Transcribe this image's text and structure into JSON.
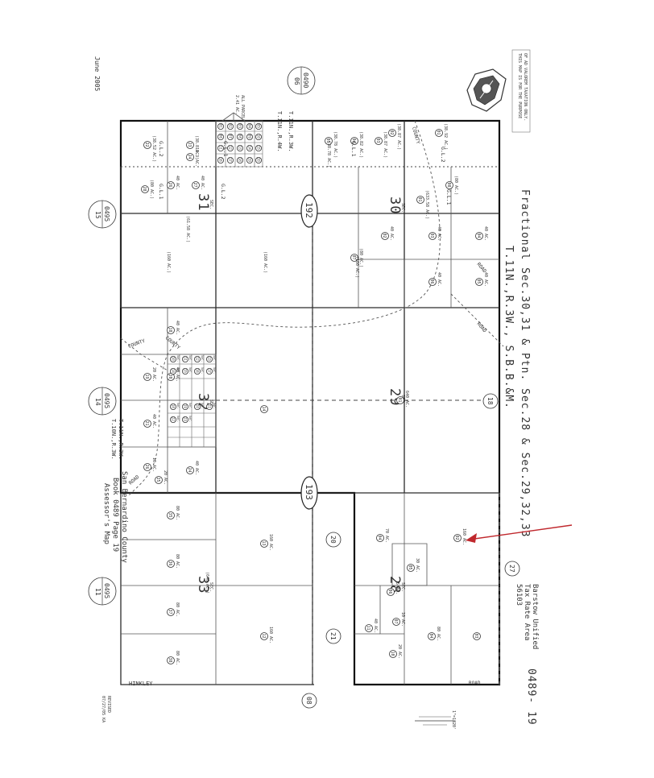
{
  "map": {
    "title": "Fractional Sec.30,31 & Ptn. Sec.28 & Sec.29,32,33",
    "subtitle": "T.11N.,R.3W., S.B.B.&M.",
    "date": "June 2005",
    "disclaimer": [
      "THIS MAP IS FOR THE PURPOSE",
      "OF AD VALOREM TAXATION ONLY."
    ],
    "assessor": [
      "Assessor's Map",
      "Book 0489 Page 19",
      "San Bernardino County"
    ],
    "tax_area": [
      "Barstow Unified",
      "Tax Rate Area",
      "56103"
    ],
    "map_number": "0489- 19",
    "revision": [
      "REVISED",
      "07/27/05 KA"
    ],
    "scale": "1\"=1320'",
    "place_name": "HINKLEY",
    "road_labels": [
      "ROAD",
      "ROAD",
      "ROAD",
      "ROAD",
      "COUNTY",
      "COUNTY",
      "COUNTY"
    ],
    "township_labels": [
      "T.11N.,R.4W.",
      "T.11N.,R.3W.",
      "T.11N.,R.3W.",
      "T.10N.,R.3W."
    ],
    "all_parcels": [
      "ALL PARCELS",
      "2.41 AC."
    ],
    "adjacent_maps": [
      {
        "top": "0490",
        "bottom": "06"
      },
      {
        "top": "0495",
        "bottom": "15"
      },
      {
        "top": "0495",
        "bottom": "14"
      },
      {
        "top": "0495",
        "bottom": "11"
      }
    ],
    "sections": [
      {
        "label": "SEC.",
        "number": "31"
      },
      {
        "label": "SEC.",
        "number": "30"
      },
      {
        "label": "SEC.",
        "number": "32"
      },
      {
        "label": "SEC.",
        "number": "29"
      },
      {
        "label": "SEC.",
        "number": "33"
      },
      {
        "label": "SEC.",
        "number": "28"
      }
    ],
    "page_refs": [
      "192",
      "193"
    ],
    "block_refs": [
      "18",
      "20",
      "21",
      "27",
      "08"
    ],
    "parcels": [
      {
        "num": "22",
        "area": "(38.52 AC.)"
      },
      {
        "num": "23",
        "area": "(38.8 AC.)"
      },
      {
        "num": "24",
        "area": "19.3 AC."
      },
      {
        "num": "26",
        "area": "40 AC."
      },
      {
        "num": "27",
        "area": "40 AC."
      },
      {
        "num": "28",
        "area": "(80 AC.)"
      },
      {
        "num": "01",
        "area": "(38.92 AC.)"
      },
      {
        "num": "02",
        "area": "(38.87 AC.)"
      },
      {
        "num": "03",
        "area": "(38.87 AC.)"
      },
      {
        "num": "04",
        "area": "(38.82 AC.)"
      },
      {
        "num": "05",
        "area": "(38.78 AC.)"
      },
      {
        "num": "08",
        "area": "(80 AC.)"
      },
      {
        "num": "01",
        "area": "(633.58 AC.)"
      },
      {
        "num": "02",
        "area": "40 AC."
      },
      {
        "num": "03",
        "area": "40 AC."
      },
      {
        "num": "04",
        "area": "40 AC."
      },
      {
        "num": "05",
        "area": "40 AC."
      },
      {
        "num": "06",
        "area": "40 AC."
      },
      {
        "num": "07",
        "area": "(80 AC.)"
      },
      {
        "num": "18",
        "area": "40 AC."
      },
      {
        "num": "19",
        "area": "20 AC."
      },
      {
        "num": "20",
        "area": "40 AC."
      },
      {
        "num": "21",
        "area": "40 AC."
      },
      {
        "num": "24",
        "area": "40 AC."
      },
      {
        "num": "25",
        "area": "20 AC."
      },
      {
        "num": "26",
        "area": "10 AC."
      },
      {
        "num": "01",
        "area": "640 AC."
      },
      {
        "num": "14",
        "area": ""
      },
      {
        "num": "35",
        "area": "80 AC."
      },
      {
        "num": "36",
        "area": "80 AC."
      },
      {
        "num": "37",
        "area": "80 AC."
      },
      {
        "num": "38",
        "area": "80 AC."
      },
      {
        "num": "13",
        "area": "160 AC."
      },
      {
        "num": "12",
        "area": "160 AC."
      },
      {
        "num": "02",
        "area": "160 AC."
      },
      {
        "num": "04",
        "area": "70 AC."
      },
      {
        "num": "05",
        "area": "30 AC."
      },
      {
        "num": "06",
        "area": "5 AC."
      },
      {
        "num": "07",
        "area": "10 AC."
      },
      {
        "num": "11",
        "area": "40 AC."
      },
      {
        "num": "10",
        "area": "20 AC."
      },
      {
        "num": "04",
        "area": "80 AC."
      },
      {
        "num": "03",
        "area": ""
      }
    ],
    "small_lot_nums": [
      "01",
      "02",
      "03",
      "04",
      "05",
      "06",
      "07",
      "08",
      "09",
      "10",
      "11",
      "12",
      "13",
      "14",
      "15",
      "16",
      "17",
      "18",
      "19",
      "20",
      "21",
      "22",
      "23",
      "24"
    ],
    "small_lots_2": [
      "10",
      "11",
      "12",
      "13",
      "14",
      "15",
      "16",
      "17",
      "18",
      "19",
      "20",
      "21",
      "22",
      "23"
    ],
    "small_lot_area": "5AC.",
    "gl_labels": [
      "G.L.2",
      "G.L.1",
      "G.L.1",
      "G.L.2",
      "G.L.1",
      "G.L.2",
      "G.L.1"
    ],
    "other_areas": [
      "(160 AC.)",
      "(160 AC.)",
      "(160 AC.)",
      "(61.58 AC.)",
      "(38.78 AC.)",
      "(640 AC.)"
    ],
    "colors": {
      "lines": "#2b2b2b",
      "annotation_arrow": "#c0282d",
      "paper": "#ffffff"
    }
  }
}
